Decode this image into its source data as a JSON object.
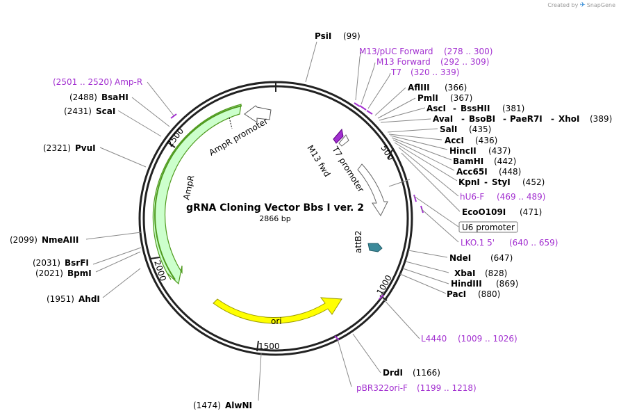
{
  "brand": {
    "prefix": "Created by",
    "name": "SnapGene"
  },
  "map": {
    "title": "gRNA Cloning Vector Bbs I ver. 2",
    "length_label": "2866 bp",
    "ticks": [
      "500",
      "1000",
      "1500",
      "2000",
      "2500"
    ]
  },
  "features": {
    "amp_promoter": "AmpR promoter",
    "ampr": "AmpR",
    "ori": "ori",
    "t7_promoter": "T7 promoter",
    "m13_fwd": "M13 fwd",
    "attb2": "attB2",
    "u6_promoter": "U6 promoter"
  },
  "sites": [
    {
      "name": "PsiI",
      "pos": "(99)"
    },
    {
      "name": "AflIII",
      "pos": "(366)"
    },
    {
      "name": "PmlI",
      "pos": "(367)"
    },
    {
      "name": "AscI",
      "name2": "BssHII",
      "pos": "(381)"
    },
    {
      "name": "AvaI",
      "name2": "BsoBI",
      "name3": "PaeR7I",
      "name4": "XhoI",
      "pos": "(389)"
    },
    {
      "name": "SalI",
      "pos": "(435)"
    },
    {
      "name": "AccI",
      "pos": "(436)"
    },
    {
      "name": "HincII",
      "pos": "(437)"
    },
    {
      "name": "BamHI",
      "pos": "(442)"
    },
    {
      "name": "Acc65I",
      "pos": "(448)"
    },
    {
      "name": "KpnI",
      "name2": "StyI",
      "pos": "(452)"
    },
    {
      "name": "EcoO109I",
      "pos": "(471)"
    },
    {
      "name": "NdeI",
      "pos": "(647)"
    },
    {
      "name": "XbaI",
      "pos": "(828)"
    },
    {
      "name": "HindIII",
      "pos": "(869)"
    },
    {
      "name": "PacI",
      "pos": "(880)"
    },
    {
      "name": "DrdI",
      "pos": "(1166)"
    },
    {
      "name": "AlwNI",
      "pos": "(1474)"
    },
    {
      "name": "AhdI",
      "pos": "(1951)"
    },
    {
      "name": "BpmI",
      "pos": "(2021)"
    },
    {
      "name": "BsrFI",
      "pos": "(2031)"
    },
    {
      "name": "NmeAIII",
      "pos": "(2099)"
    },
    {
      "name": "PvuI",
      "pos": "(2321)"
    },
    {
      "name": "ScaI",
      "pos": "(2431)"
    },
    {
      "name": "BsaHI",
      "pos": "(2488)"
    }
  ],
  "primers": [
    {
      "name": "M13/pUC Forward",
      "pos": "(278 .. 300)"
    },
    {
      "name": "M13 Forward",
      "pos": "(292 .. 309)"
    },
    {
      "name": "T7",
      "pos": "(320 .. 339)"
    },
    {
      "name": "hU6-F",
      "pos": "(469 .. 489)"
    },
    {
      "name": "LKO.1 5'",
      "pos": "(640 .. 659)"
    },
    {
      "name": "L4440",
      "pos": "(1009 .. 1026)"
    },
    {
      "name": "pBR322ori-F",
      "pos": "(1199 .. 1218)"
    },
    {
      "name": "Amp-R",
      "pos": "(2501 .. 2520)"
    }
  ],
  "colors": {
    "backbone": "#222222",
    "primer": "#a22fd0",
    "ampr_fill": "#ccffcc",
    "ampr_stroke": "#4f9a1e",
    "ori_fill": "#ffff00",
    "promoter_fill": "#ffffff",
    "attb2_fill": "#3c8a9a"
  }
}
